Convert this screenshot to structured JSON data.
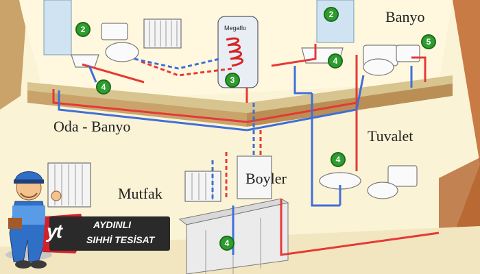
{
  "rooms": {
    "oda_banyo": "Oda - Banyo",
    "banyo": "Banyo",
    "tuvalet": "Tuvalet",
    "mutfak": "Mutfak",
    "boyler": "Boyler"
  },
  "megaflo_label": "Megaflo",
  "markers": {
    "m1": "2",
    "m2": "2",
    "m3": "4",
    "m4": "3",
    "m5": "4",
    "m6": "5",
    "m7": "4",
    "m8": "4"
  },
  "brand": {
    "logo_text": "yt",
    "line1": "AYDINLI",
    "line2": "SIHHİ TESİSAT"
  },
  "colors": {
    "hot_water": "#e53935",
    "cold_water": "#3f6fd8",
    "marker": "#2e9d2e",
    "brand_red": "#d3202a",
    "brand_dark": "#2a2a2a"
  }
}
